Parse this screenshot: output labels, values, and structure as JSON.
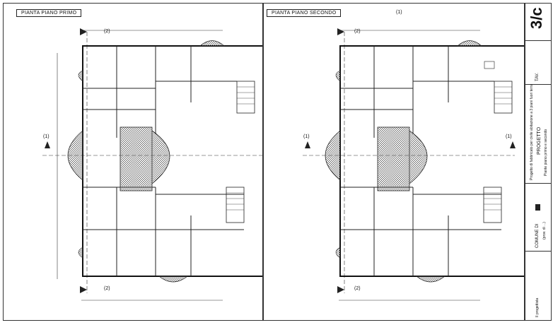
{
  "sheet": {
    "left_panel_title": "PIANTA PIANO PRIMO",
    "right_panel_title": "PIANTA PIANO SECONDO",
    "sheet_ref_top": "(1)",
    "section_marks": {
      "two": "(2)",
      "one": "(1)"
    }
  },
  "title_block": {
    "sheet_number": "3/c",
    "label_tavola": "TAV.",
    "project_label": "PROGETTO",
    "project_desc": "Progetto di fabbricato per civile abitazione a 3 piani fuori terra",
    "project_sub": "Piante piano primo e secondo",
    "municipality": "COMUNE DI",
    "province": "(prov. di ...)",
    "technician": "Il progettista"
  },
  "colors": {
    "ink": "#222222",
    "hatch": "#555555"
  }
}
